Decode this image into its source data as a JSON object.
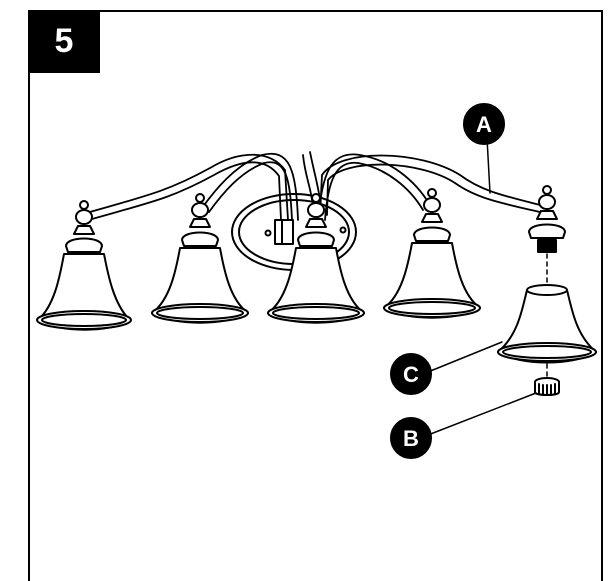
{
  "step": {
    "number": "5"
  },
  "callouts": [
    {
      "id": "a",
      "label": "A"
    },
    {
      "id": "c",
      "label": "C"
    },
    {
      "id": "b",
      "label": "B"
    }
  ],
  "colors": {
    "ink": "#000000",
    "paper": "#ffffff"
  },
  "parts": {
    "fixture": "five-light-vanity-fixture",
    "glass_shade": "bell-glass-shade",
    "shade_nut": "threaded-shade-ring"
  }
}
